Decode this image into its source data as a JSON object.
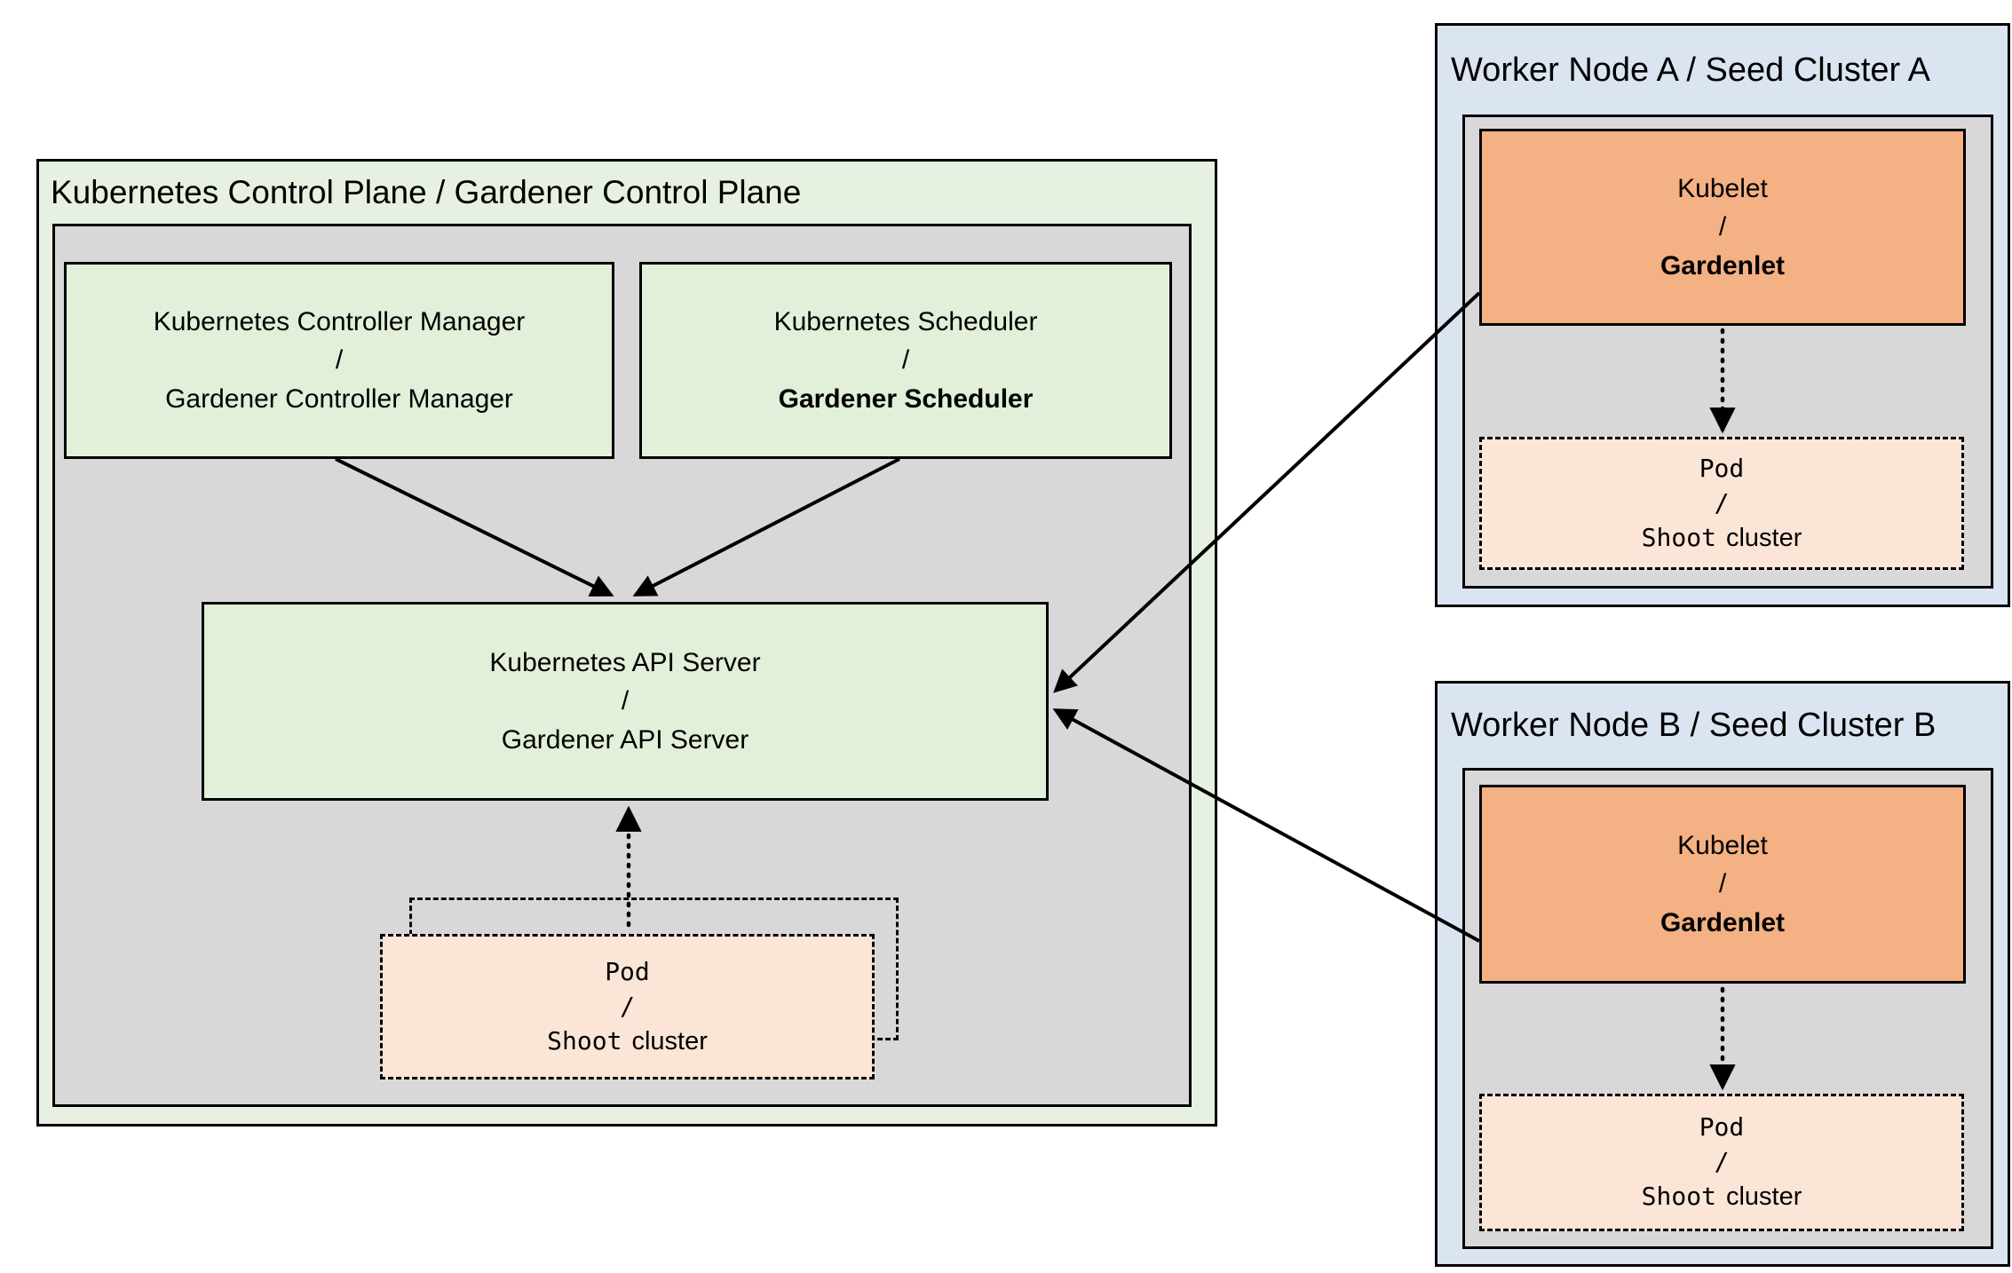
{
  "colors": {
    "control_plane_bg": "#e7f1e2",
    "inner_panel_bg": "#d8d8d8",
    "component_green": "#e2efd9",
    "worker_node_bg": "#dbe5f1",
    "kubelet_orange": "#f4b183",
    "pod_peach": "#fbe5d6",
    "border": "#000000"
  },
  "control_plane": {
    "title": "Kubernetes Control Plane / Gardener Control Plane",
    "controller_manager": {
      "line1": "Kubernetes Controller Manager",
      "separator": "/",
      "line2": "Gardener Controller Manager"
    },
    "scheduler": {
      "line1": "Kubernetes Scheduler",
      "separator": "/",
      "line2": "Gardener Scheduler"
    },
    "api_server": {
      "line1": "Kubernetes API Server",
      "separator": "/",
      "line2": "Gardener API Server"
    },
    "pod_stack": {
      "line1": "Pod",
      "separator": "/",
      "line2_mono": "Shoot",
      "line2_plain": "cluster"
    }
  },
  "worker_node_a": {
    "title": "Worker Node A / Seed Cluster A",
    "kubelet": {
      "line1": "Kubelet",
      "separator": "/",
      "line2": "Gardenlet"
    },
    "pod": {
      "line1": "Pod",
      "separator": "/",
      "line2_mono": "Shoot",
      "line2_plain": "cluster"
    }
  },
  "worker_node_b": {
    "title": "Worker Node B / Seed Cluster B",
    "kubelet": {
      "line1": "Kubelet",
      "separator": "/",
      "line2": "Gardenlet"
    },
    "pod": {
      "line1": "Pod",
      "separator": "/",
      "line2_mono": "Shoot",
      "line2_plain": "cluster"
    }
  }
}
